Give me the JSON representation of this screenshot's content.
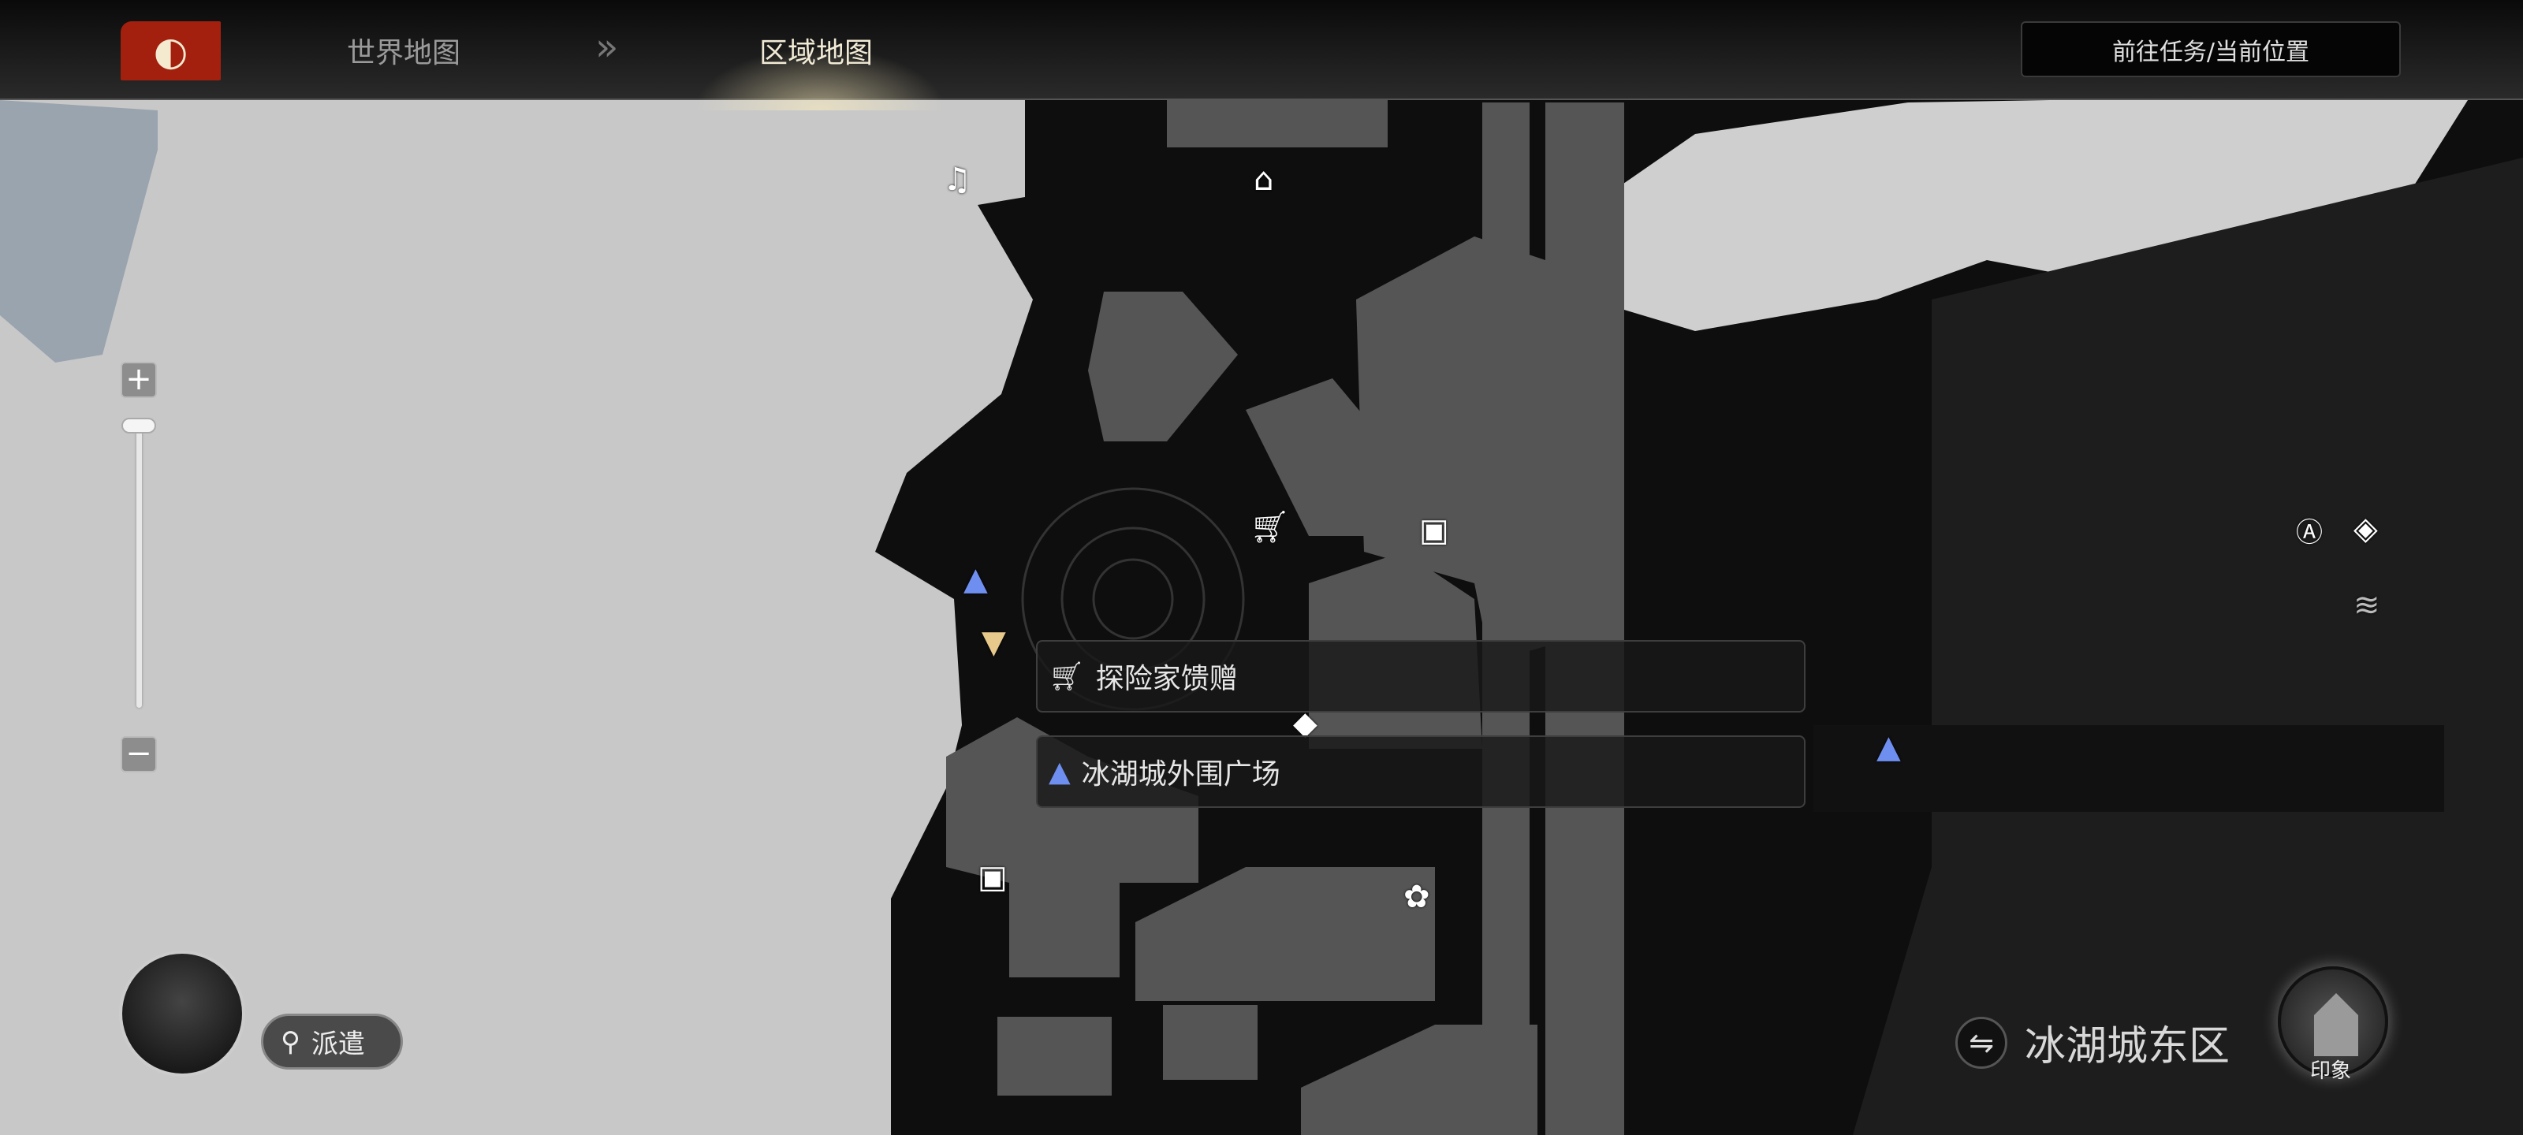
{
  "header": {
    "tabs": [
      {
        "label": "世界地图"
      },
      {
        "label": "区域地图"
      }
    ],
    "breadcrumb_separator": "»",
    "goto_button": "前往任务/当前位置"
  },
  "zoom_control": {
    "plus": "+",
    "minus": "−",
    "level": 0.95
  },
  "dispatch_button": "派遣",
  "popup_list": [
    {
      "icon": "shop-cart-icon",
      "label": "探险家馈赠"
    },
    {
      "icon": "teleport-waypoint-icon",
      "label": "冰湖城外围广场"
    }
  ],
  "region": {
    "name": "冰湖城东区",
    "swap_icon": "⇋"
  },
  "impression_label": "印象",
  "colors": {
    "logo": "#a3200f",
    "waypoint": "#4a6fe0",
    "active_tab": "#f1ebd6"
  }
}
